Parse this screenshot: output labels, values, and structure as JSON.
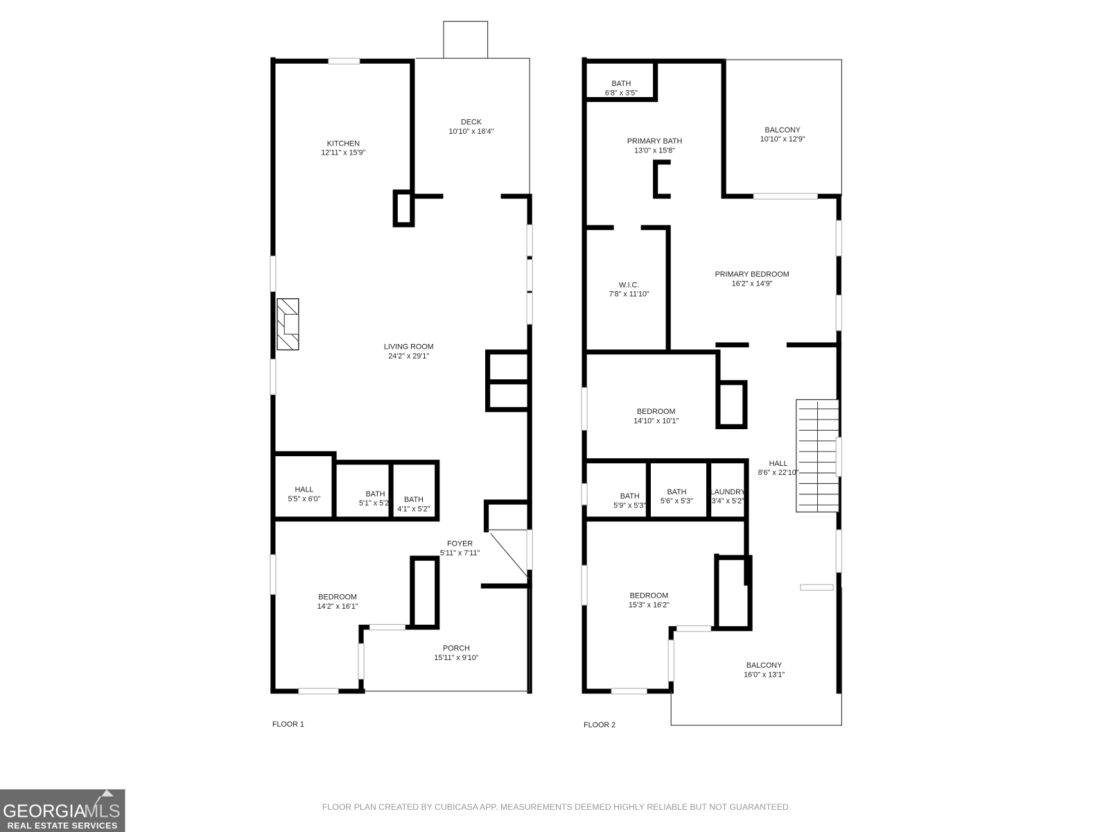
{
  "floors": [
    {
      "label": "FLOOR 1",
      "rooms": [
        {
          "name": "KITCHEN",
          "dims": "12'11\" x 15'9\""
        },
        {
          "name": "DECK",
          "dims": "10'10\" x 16'4\""
        },
        {
          "name": "LIVING ROOM",
          "dims": "24'2\" x 29'1\""
        },
        {
          "name": "HALL",
          "dims": "5'5\" x 6'0\""
        },
        {
          "name": "BATH",
          "dims": "5'1\" x 5'2\""
        },
        {
          "name": "BATH",
          "dims": "4'1\" x 5'2\""
        },
        {
          "name": "FOYER",
          "dims": "5'11\" x 7'11\""
        },
        {
          "name": "BEDROOM",
          "dims": "14'2\" x 16'1\""
        },
        {
          "name": "PORCH",
          "dims": "15'11\" x 9'10\""
        }
      ]
    },
    {
      "label": "FLOOR 2",
      "rooms": [
        {
          "name": "BATH",
          "dims": "6'8\" x 3'5\""
        },
        {
          "name": "PRIMARY BATH",
          "dims": "13'0\" x 15'8\""
        },
        {
          "name": "BALCONY",
          "dims": "10'10\" x 12'9\""
        },
        {
          "name": "W.I.C.",
          "dims": "7'8\" x 11'10\""
        },
        {
          "name": "PRIMARY BEDROOM",
          "dims": "16'2\" x 14'9\""
        },
        {
          "name": "BEDROOM",
          "dims": "14'10\" x 10'1\""
        },
        {
          "name": "HALL",
          "dims": "8'6\" x 22'10\""
        },
        {
          "name": "BATH",
          "dims": "5'9\" x 5'3\""
        },
        {
          "name": "BATH",
          "dims": "5'6\" x 5'3\""
        },
        {
          "name": "LAUNDRY",
          "dims": "3'4\" x 5'2\""
        },
        {
          "name": "BEDROOM",
          "dims": "15'3\" x 16'2\""
        },
        {
          "name": "BALCONY",
          "dims": "16'0\" x 13'1\""
        }
      ]
    }
  ],
  "disclaimer": "FLOOR PLAN CREATED BY CUBICASA APP. MEASUREMENTS DEEMED HIGHLY RELIABLE BUT NOT GUARANTEED.",
  "logo": {
    "primary": "GEORGIA",
    "secondary": "MLS",
    "tagline": "REAL ESTATE SERVICES"
  }
}
